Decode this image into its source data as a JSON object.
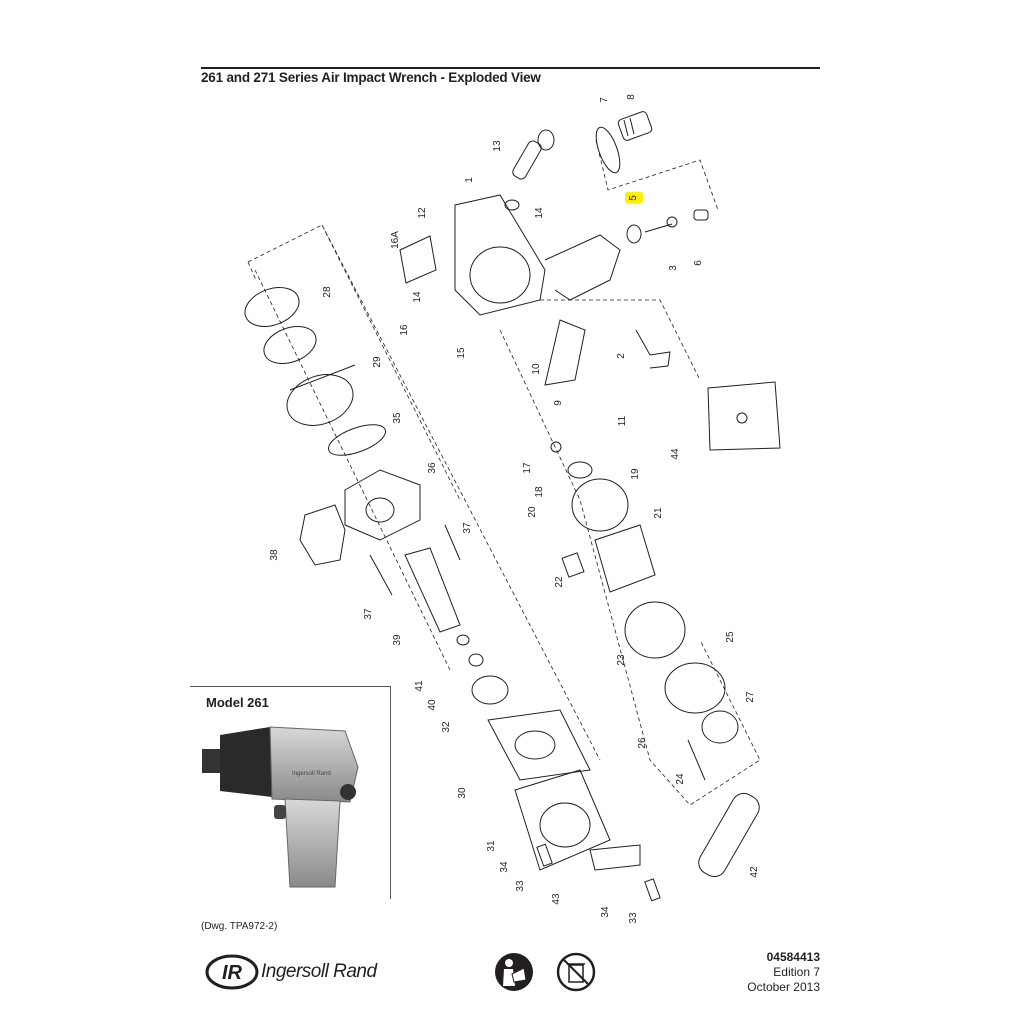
{
  "header": {
    "title": "261 and 271 Series Air Impact Wrench - Exploded View"
  },
  "callouts": [
    {
      "id": "7"
    },
    {
      "id": "8"
    },
    {
      "id": "13"
    },
    {
      "id": "1"
    },
    {
      "id": "12"
    },
    {
      "id": "14"
    },
    {
      "id": "5",
      "highlighted": true
    },
    {
      "id": "3"
    },
    {
      "id": "6"
    },
    {
      "id": "16A"
    },
    {
      "id": "28"
    },
    {
      "id": "14"
    },
    {
      "id": "16"
    },
    {
      "id": "15"
    },
    {
      "id": "2"
    },
    {
      "id": "10"
    },
    {
      "id": "9"
    },
    {
      "id": "11"
    },
    {
      "id": "29"
    },
    {
      "id": "35"
    },
    {
      "id": "44"
    },
    {
      "id": "17"
    },
    {
      "id": "18"
    },
    {
      "id": "19"
    },
    {
      "id": "20"
    },
    {
      "id": "21"
    },
    {
      "id": "36"
    },
    {
      "id": "37"
    },
    {
      "id": "38"
    },
    {
      "id": "22"
    },
    {
      "id": "37"
    },
    {
      "id": "39"
    },
    {
      "id": "23"
    },
    {
      "id": "25"
    },
    {
      "id": "41"
    },
    {
      "id": "40"
    },
    {
      "id": "32"
    },
    {
      "id": "27"
    },
    {
      "id": "26"
    },
    {
      "id": "30"
    },
    {
      "id": "24"
    },
    {
      "id": "31"
    },
    {
      "id": "34"
    },
    {
      "id": "33"
    },
    {
      "id": "42"
    },
    {
      "id": "43"
    },
    {
      "id": "34"
    },
    {
      "id": "33"
    }
  ],
  "highlight_color": "#fff200",
  "model_inset": {
    "title": "Model 261",
    "tool_marking": "Ingersoll Rand"
  },
  "drawing_ref": "(Dwg. TPA972-2)",
  "footer": {
    "brand_mark": "IR",
    "brand": "Ingersoll Rand",
    "icons": [
      "read-manual-icon",
      "no-trash-disposal-icon"
    ],
    "doc_number": "04584413",
    "edition": "Edition 7",
    "date": "October 2013"
  }
}
